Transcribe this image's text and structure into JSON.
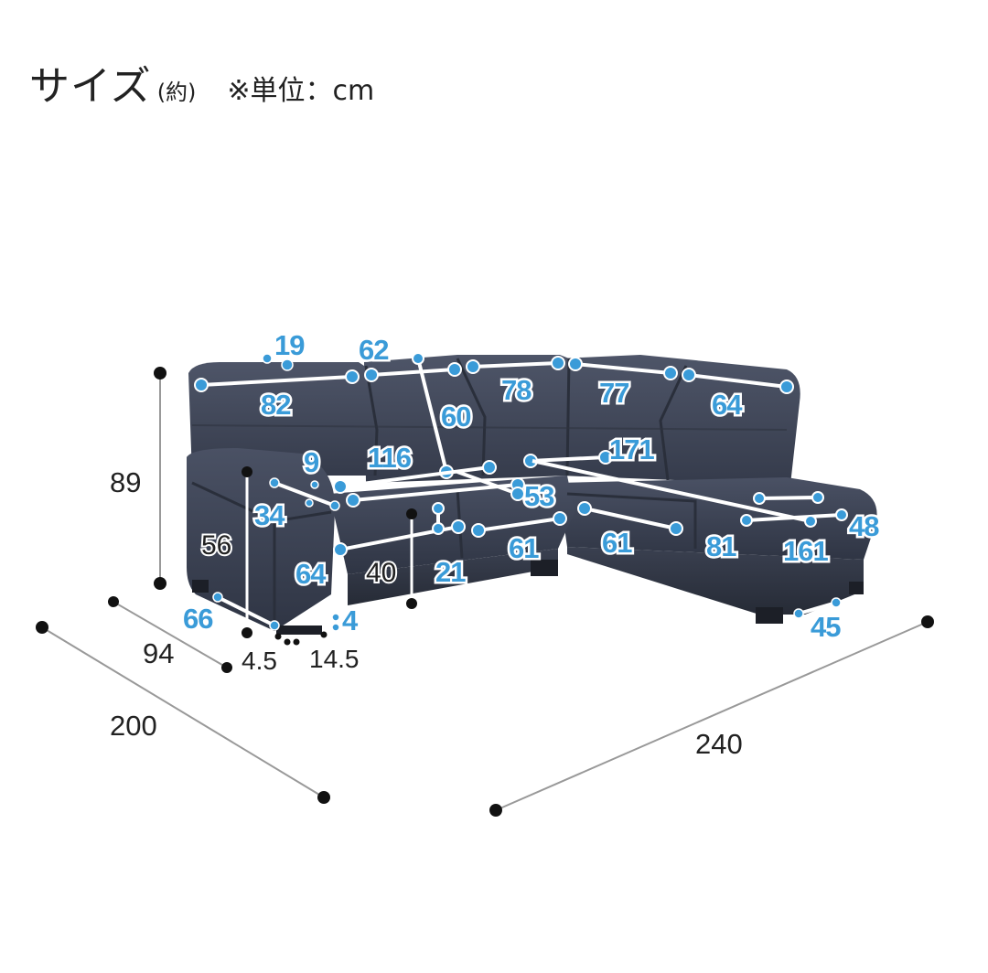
{
  "header": {
    "title": "サイズ",
    "approx": "(約)",
    "unit_note": "※単位：cm"
  },
  "dimensions": {
    "height": "89",
    "depth_inner": "94",
    "depth_total": "200",
    "width_total": "240",
    "headrest_thickness": "19",
    "back_width_1": "82",
    "headrest_depth": "62",
    "back_width_2": "78",
    "back_width_3": "77",
    "back_width_4": "64",
    "back_height": "60",
    "seat_width_total": "116",
    "chaise_length": "171",
    "arm_top_width": "9",
    "arm_depth": "34",
    "seat_depth": "53",
    "arm_height": "56",
    "seat_width_1": "64",
    "seat_height": "40",
    "cushion_thickness": "21",
    "seat_width_2": "61",
    "seat_width_3": "61",
    "seat_width_4": "81",
    "chaise_depth": "161",
    "chaise_arm_height": "48",
    "base_depth": "66",
    "leg_height": "4",
    "leg_inset_1": "4.5",
    "leg_inset_2": "14.5",
    "chaise_base": "45"
  },
  "colors": {
    "accent_blue": "#3a9bd8",
    "sofa_dark": "#3b4254",
    "line_black": "#111111"
  }
}
